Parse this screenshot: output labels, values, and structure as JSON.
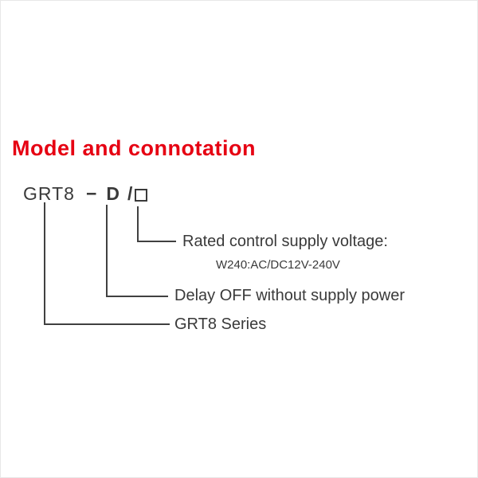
{
  "title": "Model and connotation",
  "model": {
    "series": "GRT8",
    "dash": "−",
    "type": "D",
    "slash": "/"
  },
  "annotations": {
    "voltage_label": "Rated control supply voltage:",
    "voltage_detail": "W240:AC/DC12V-240V",
    "delay_label": "Delay OFF without supply power",
    "series_label": "GRT8 Series"
  },
  "colors": {
    "title": "#e60012",
    "text": "#3a3a3a",
    "line": "#404040"
  }
}
